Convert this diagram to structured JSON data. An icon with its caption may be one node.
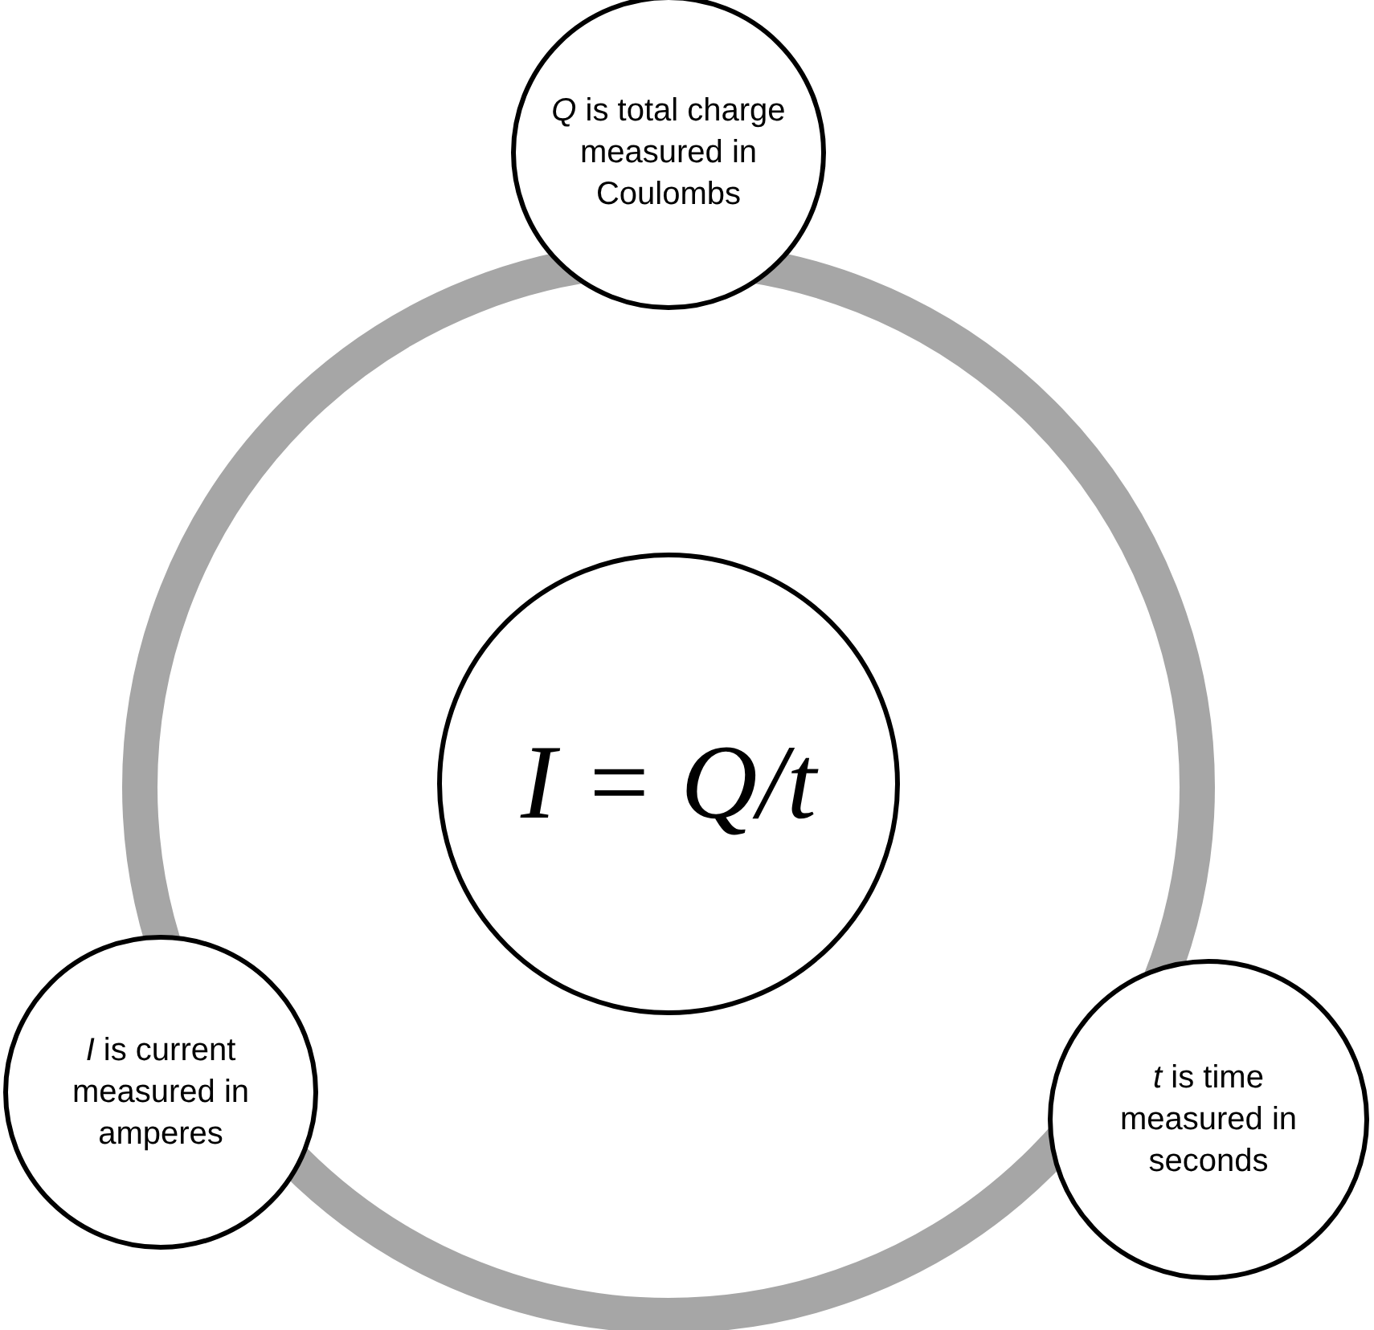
{
  "diagram": {
    "nodes": [
      {
        "text": [
          "*I* = *Q*/*t*"
        ]
      },
      {
        "text": [
          "*Q* is total charge measured in Coulombs"
        ]
      },
      {
        "text": [
          "*I* is current measured in amperes"
        ]
      },
      {
        "text": [
          "*t* is time measured in seconds"
        ]
      }
    ]
  }
}
